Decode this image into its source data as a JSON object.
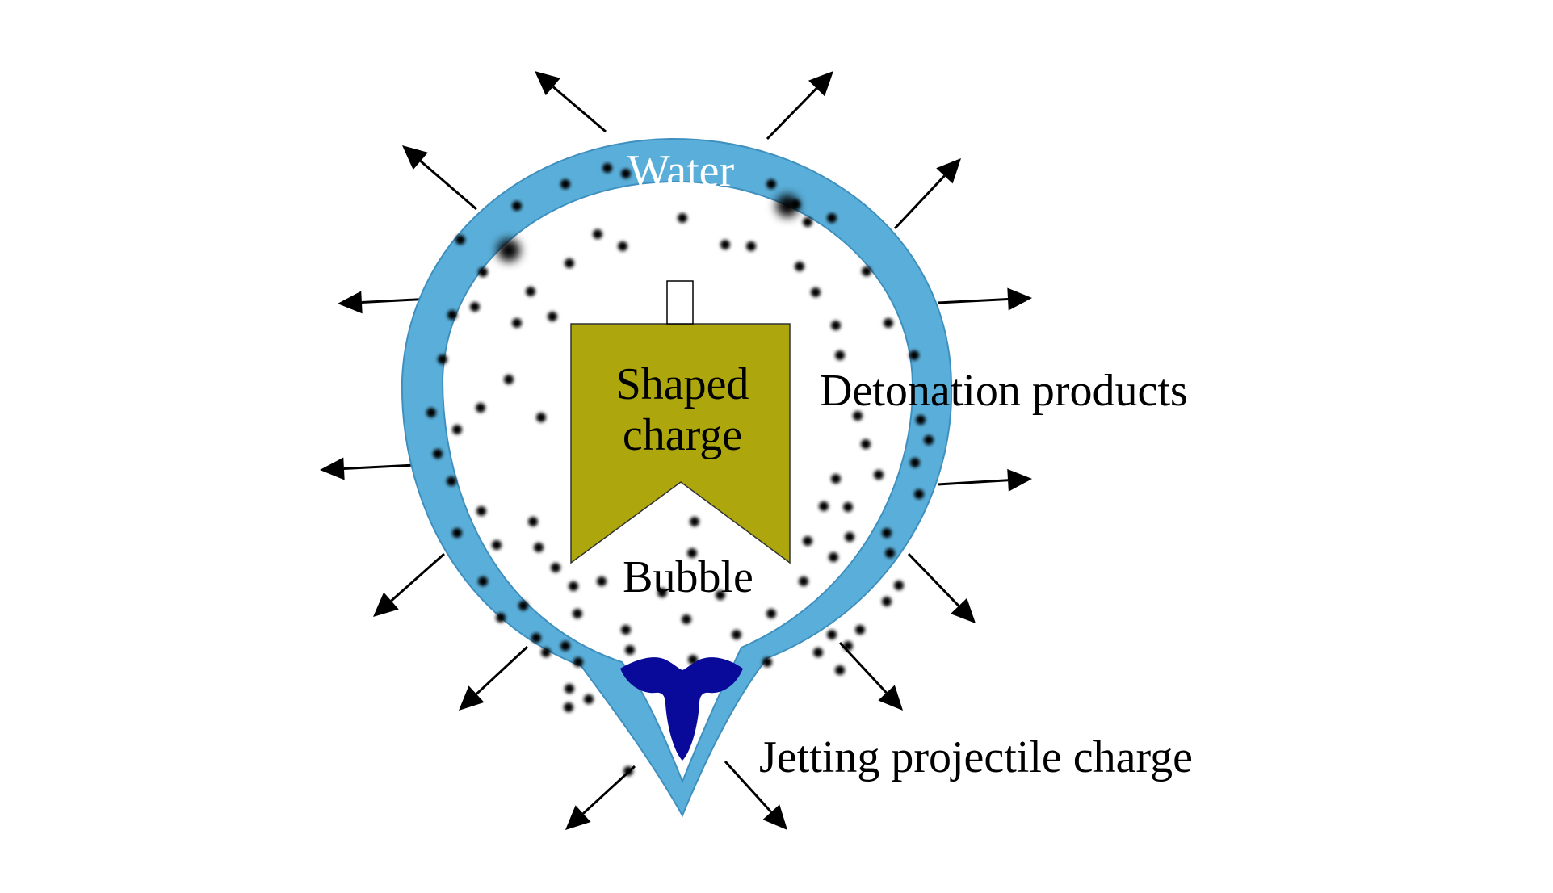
{
  "colors": {
    "water": "#5AAFDA",
    "water_edge": "#3F8FBF",
    "charge": "#ADA70D",
    "projectile": "#0A0A9A",
    "dots": "#000000",
    "arrows": "#000000",
    "water_label": "#ffffff",
    "text": "#000000"
  },
  "labels": {
    "water": "Water",
    "shaped_charge_line1": "Shaped",
    "shaped_charge_line2": "charge",
    "detonation_products": "Detonation products",
    "bubble": "Bubble",
    "jetting_projectile": "Jetting projectile charge"
  },
  "icons": {
    "arrow": "outward-arrow-icon",
    "detonator": "detonator-icon",
    "particle": "particle-dot-icon"
  }
}
